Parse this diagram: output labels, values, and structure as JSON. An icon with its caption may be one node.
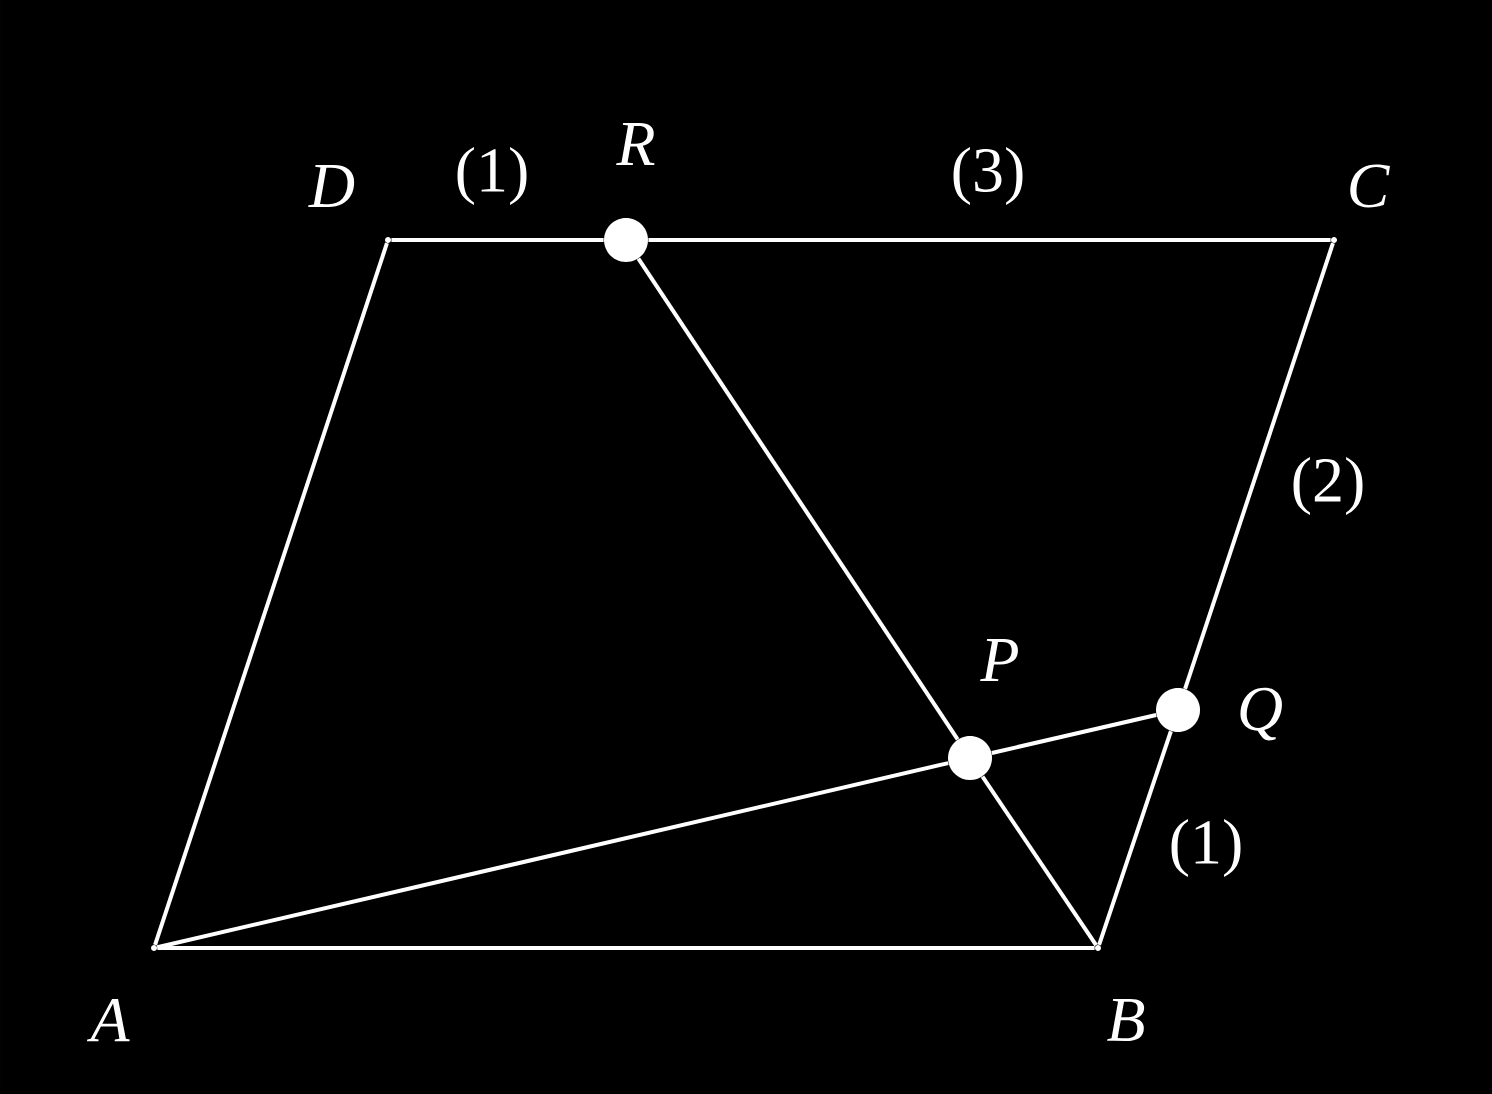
{
  "diagram": {
    "nodes": [
      {
        "text": [],
        "shape": "vertex",
        "beside": [
          "D"
        ]
      },
      {
        "text": [],
        "shape": "circle",
        "beside": [
          "R"
        ]
      },
      {
        "text": [],
        "shape": "vertex",
        "beside": [
          "C"
        ]
      },
      {
        "text": [],
        "shape": "circle",
        "beside": [
          "P"
        ]
      },
      {
        "text": [],
        "shape": "circle",
        "beside": [
          "Q"
        ]
      },
      {
        "text": [],
        "shape": "vertex",
        "beside": [
          "A"
        ]
      },
      {
        "text": [],
        "shape": "vertex",
        "beside": [
          "B"
        ]
      }
    ],
    "edges": [
      {
        "from": 0,
        "to": 5,
        "arrow": "none"
      },
      {
        "from": 5,
        "to": 6,
        "arrow": "none"
      },
      {
        "from": 6,
        "to": 4,
        "arrow": "none",
        "label": "(1)"
      },
      {
        "from": 4,
        "to": 2,
        "arrow": "none",
        "label": "(2)"
      },
      {
        "from": 2,
        "to": 1,
        "arrow": "none",
        "label": "(3)"
      },
      {
        "from": 1,
        "to": 0,
        "arrow": "none",
        "label": "(1)"
      },
      {
        "from": 5,
        "to": 3,
        "arrow": "none"
      },
      {
        "from": 3,
        "to": 4,
        "arrow": "none"
      },
      {
        "from": 1,
        "to": 3,
        "arrow": "none"
      },
      {
        "from": 3,
        "to": 6,
        "arrow": "none"
      }
    ]
  }
}
